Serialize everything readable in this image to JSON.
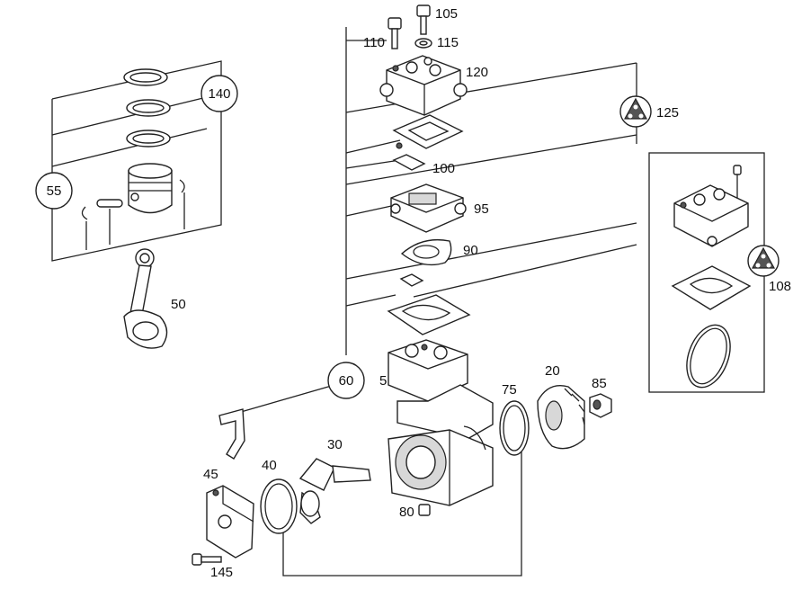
{
  "labels": {
    "p105": "105",
    "p110": "110",
    "p115": "115",
    "p120": "120",
    "p125": "125",
    "p140": "140",
    "p55": "55",
    "p100": "100",
    "p95": "95",
    "p90": "90",
    "p50": "50",
    "p108": "108",
    "p60": "60",
    "p5": "5",
    "p75": "75",
    "p20": "20",
    "p85": "85",
    "p45": "45",
    "p40": "40",
    "p30": "30",
    "p80": "80",
    "p145": "145"
  },
  "colors": {
    "line": "#222222",
    "fill": "#ffffff",
    "shade": "#d8d8d8"
  },
  "icons": [
    "valve-plate-triangle-icon"
  ]
}
